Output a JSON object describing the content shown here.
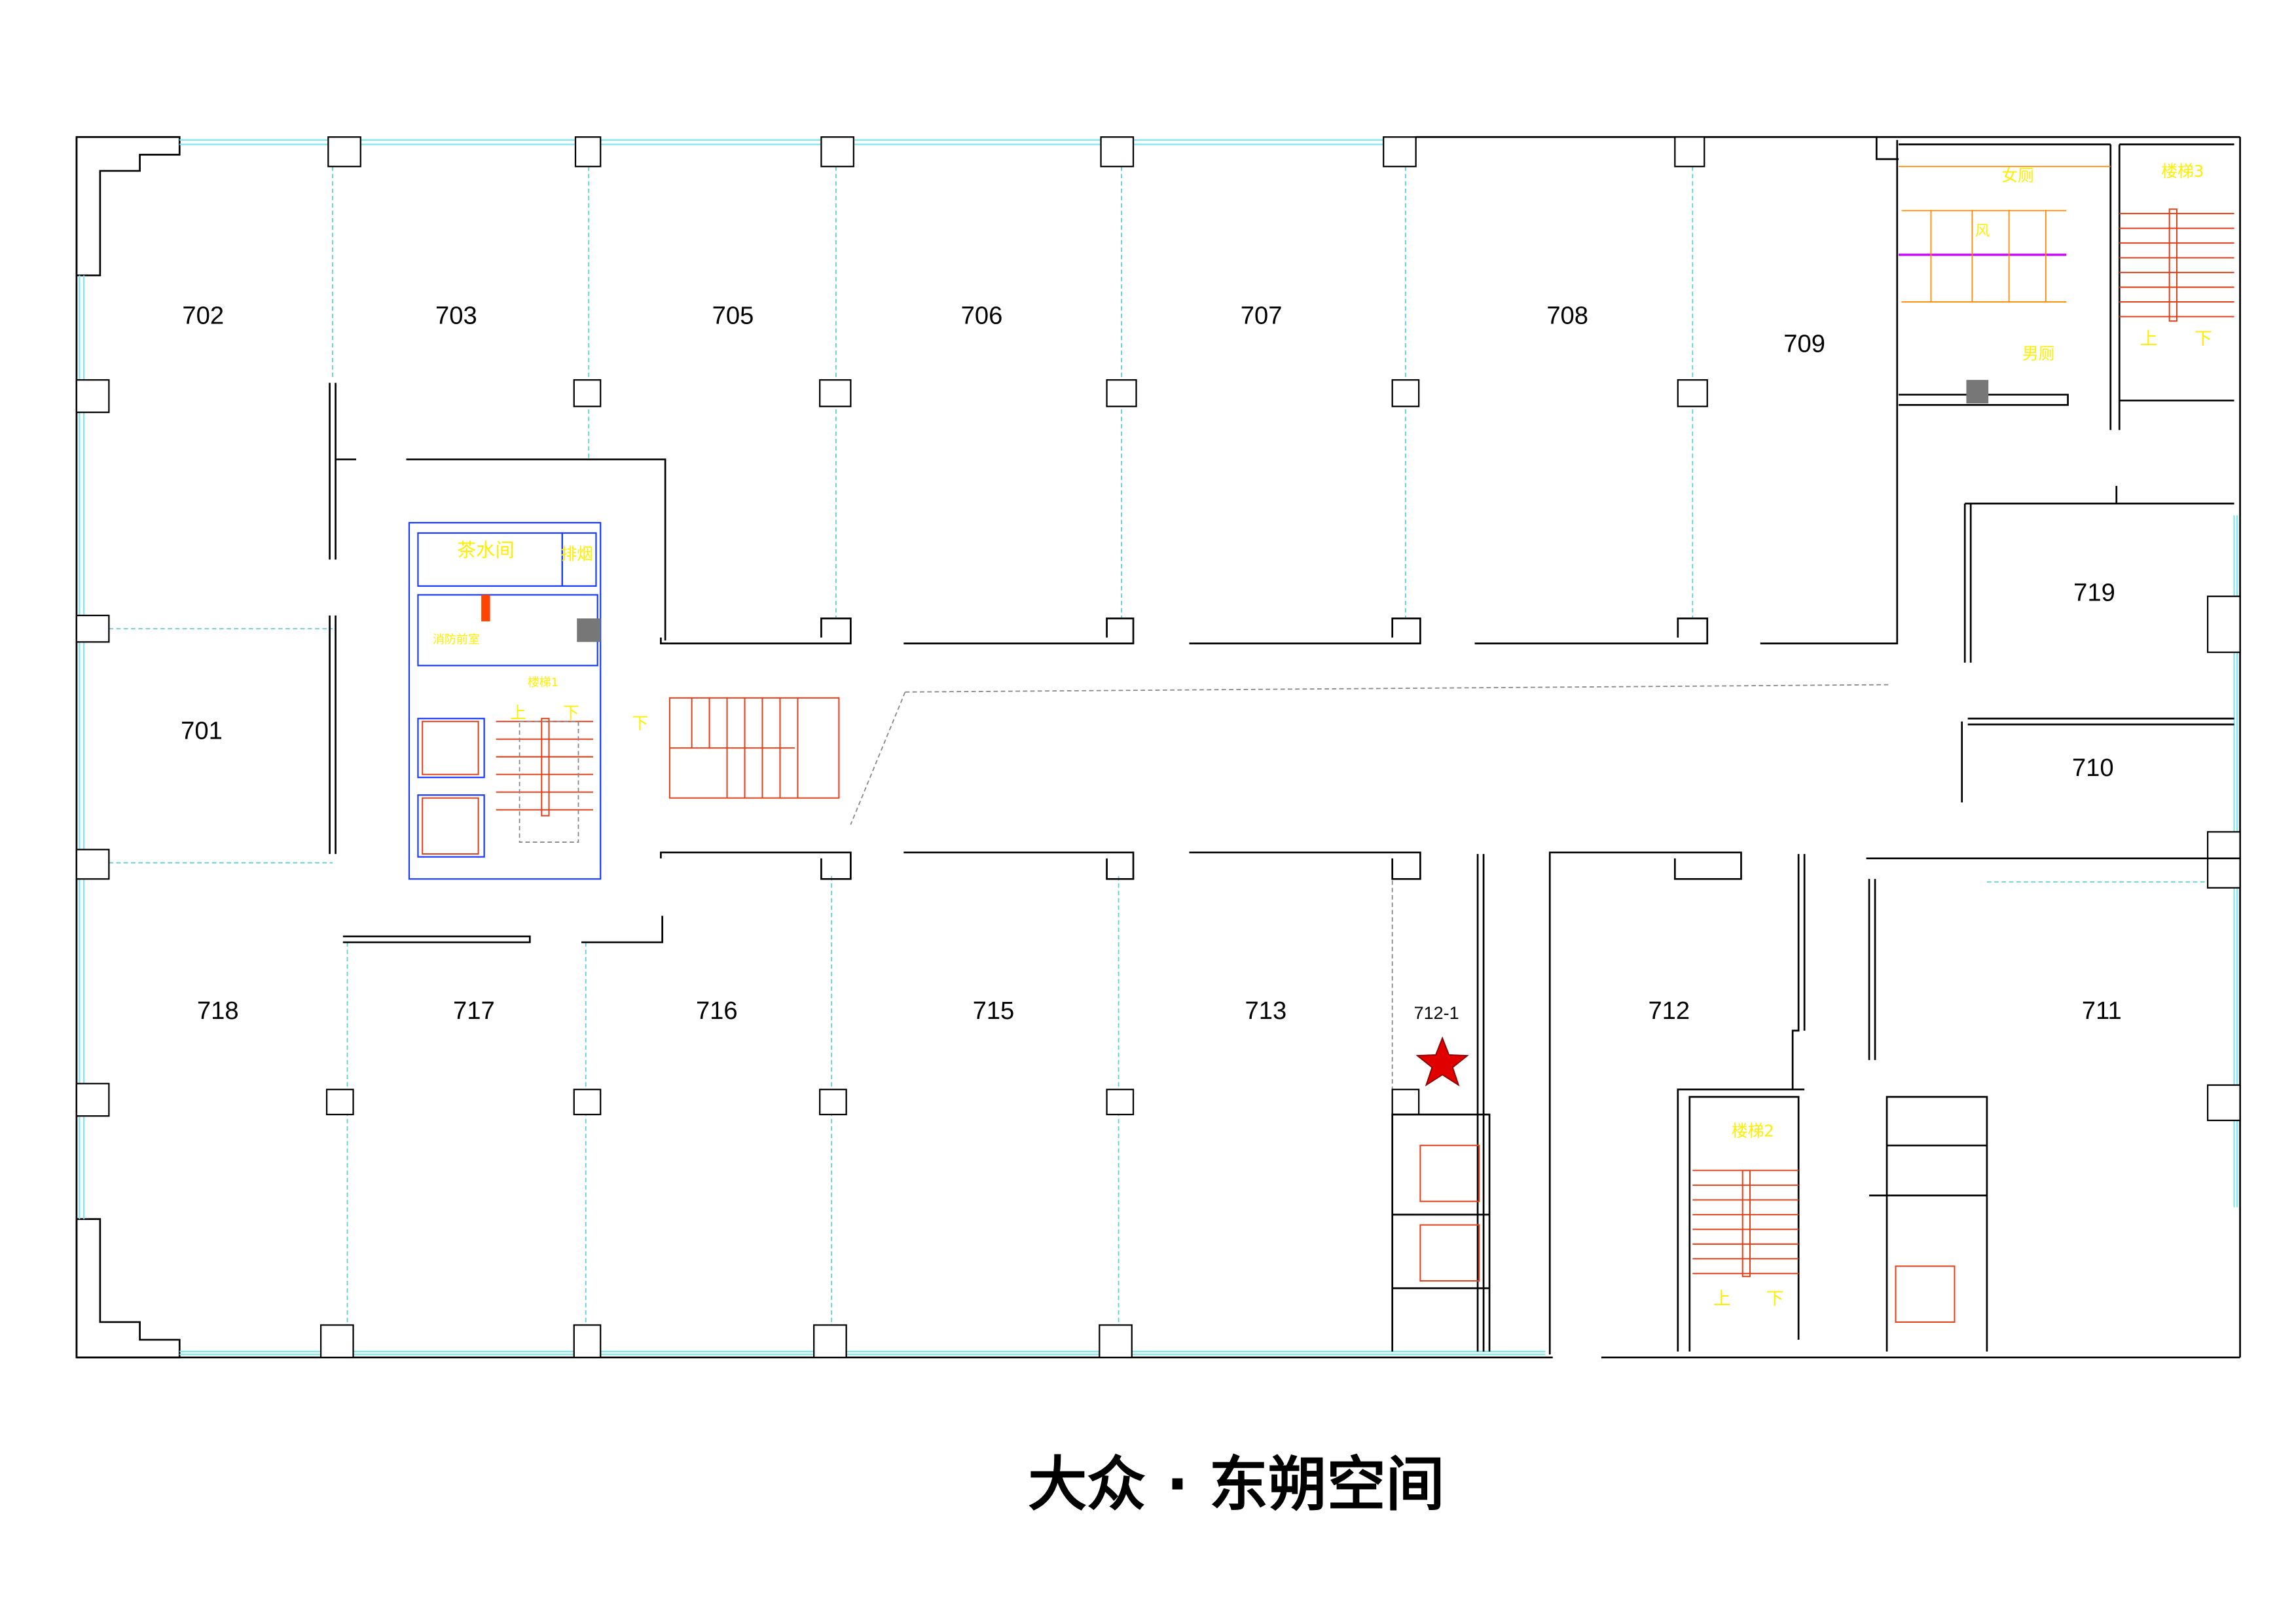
{
  "title": "大众 · 东朔空间",
  "rooms": {
    "r701": "701",
    "r702": "702",
    "r703": "703",
    "r705": "705",
    "r706": "706",
    "r707": "707",
    "r708": "708",
    "r709": "709",
    "r710": "710",
    "r711": "711",
    "r712": "712",
    "r712_1": "712-1",
    "r713": "713",
    "r715": "715",
    "r716": "716",
    "r717": "717",
    "r718": "718",
    "r719": "719"
  },
  "facilities": {
    "tea_room": "茶水间",
    "smoke_exhaust": "排烟",
    "fire_lobby": "消防前室",
    "stair1": "楼梯1",
    "stair2": "楼梯2",
    "stair3": "楼梯3",
    "womens_toilet": "女厕",
    "mens_toilet": "男厕",
    "shaft": "风",
    "up": "上",
    "down": "下"
  },
  "colors": {
    "marker_star": "#e00000",
    "labels": "#ffee00",
    "stairs": "#e0401a",
    "core_walls": "#1a3cff",
    "windows": "#7fe8ef"
  }
}
